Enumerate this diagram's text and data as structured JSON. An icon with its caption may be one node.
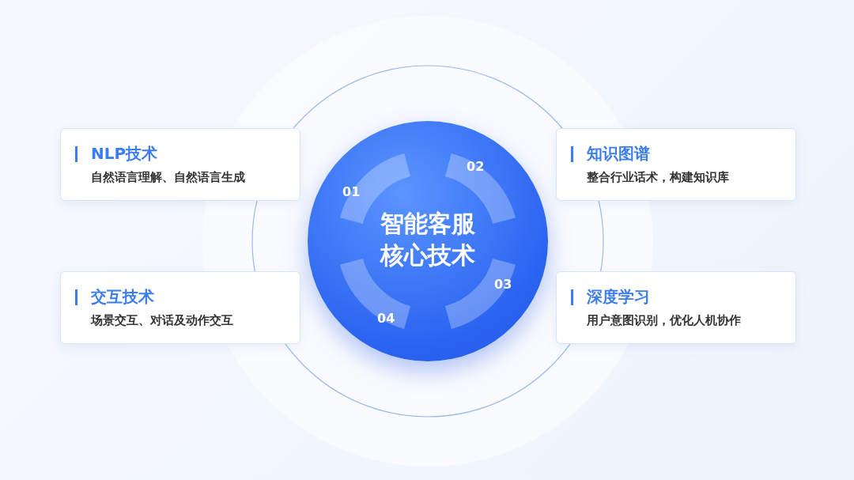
{
  "diagram": {
    "nodes": [
      {
        "text": [
          "智能客服核心技术"
        ]
      },
      {
        "text": [
          "NLP技术",
          "自然语言理解、自然语言生成"
        ]
      },
      {
        "text": [
          "知识图谱",
          "整合行业话术，构建知识库"
        ]
      },
      {
        "text": [
          "交互技术",
          "场景交互、对话及动作交互"
        ]
      },
      {
        "text": [
          "深度学习",
          "用户意图识别，优化人机协作"
        ]
      }
    ],
    "edges": [],
    "labels": [
      "02",
      "01",
      "03",
      "04"
    ]
  }
}
